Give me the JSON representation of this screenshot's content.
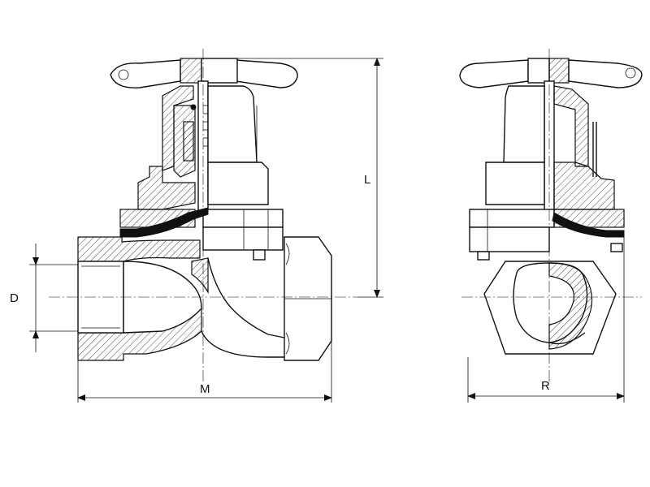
{
  "dimensions": {
    "d": "D",
    "m": "M",
    "l": "L",
    "r": "R"
  },
  "colors": {
    "ink": "#111111",
    "paper": "#ffffff"
  }
}
